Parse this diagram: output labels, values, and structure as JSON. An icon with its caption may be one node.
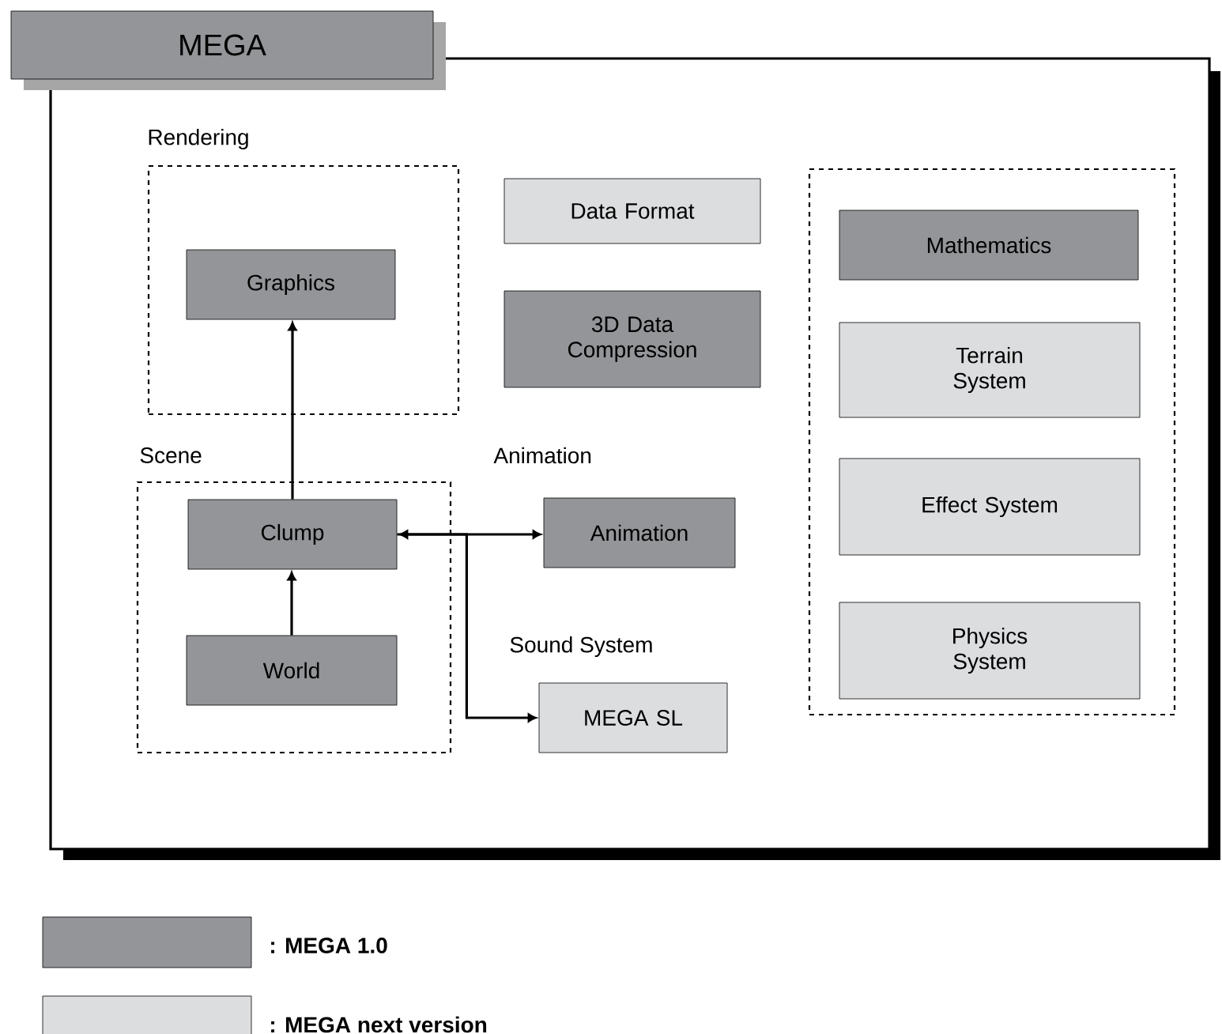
{
  "diagram": {
    "nodes": [
      {
        "text": [
          "MEGA"
        ]
      },
      {
        "text": [
          "Rendering"
        ],
        "in": 0
      },
      {
        "text": [
          "Graphics"
        ],
        "in": 1
      },
      {
        "text": [
          "Data Format"
        ],
        "in": 0
      },
      {
        "text": [
          "3D Data Compression"
        ],
        "in": 0
      },
      {
        "text": [],
        "shape": "box",
        "in": 0
      },
      {
        "text": [
          "Mathematics"
        ],
        "in": 5
      },
      {
        "text": [
          "Terrain System"
        ],
        "in": 5
      },
      {
        "text": [
          "Effect System"
        ],
        "in": 5
      },
      {
        "text": [
          "Physics System"
        ],
        "in": 5
      },
      {
        "text": [
          "Scene"
        ],
        "in": 0
      },
      {
        "text": [
          "Clump"
        ],
        "in": 10
      },
      {
        "text": [
          "World"
        ],
        "in": 10
      },
      {
        "text": [
          "Animation"
        ],
        "in": 0,
        "beside": [
          "Animation"
        ]
      },
      {
        "text": [
          "MEGA SL"
        ],
        "in": 0,
        "beside": [
          "Sound System"
        ]
      }
    ],
    "edges": [
      {
        "from": 11,
        "to": 2,
        "arrow": "to"
      },
      {
        "from": 12,
        "to": 11,
        "arrow": "to"
      },
      {
        "from": 11,
        "to": 13,
        "arrow": "both"
      },
      {
        "from": 11,
        "to": 14,
        "arrow": "to"
      }
    ],
    "legend": [
      {
        "text": ": MEGA 1.0",
        "color": "#939598"
      },
      {
        "text": ": MEGA next version",
        "color": "#dcdddf"
      }
    ]
  }
}
